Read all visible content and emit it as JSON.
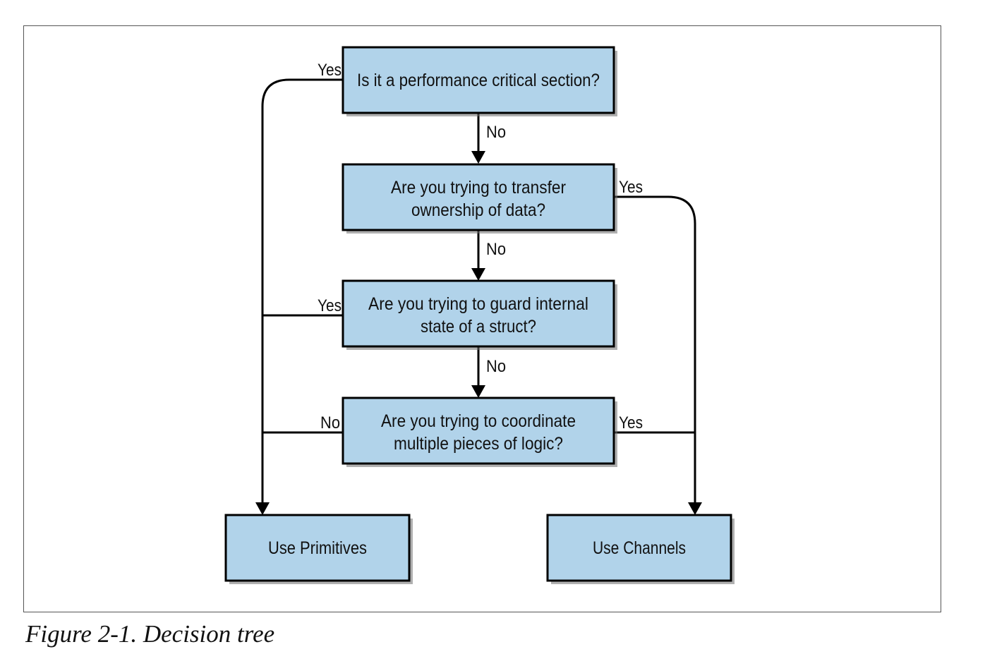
{
  "diagram": {
    "nodes": {
      "performance_critical": {
        "lines": [
          "Is it a performance critical section?"
        ]
      },
      "transfer_ownership": {
        "lines": [
          "Are you trying to transfer",
          "ownership of data?"
        ]
      },
      "guard_state": {
        "lines": [
          "Are you trying to guard internal",
          "state of a struct?"
        ]
      },
      "coordinate_logic": {
        "lines": [
          "Are you trying to coordinate",
          "multiple pieces of logic?"
        ]
      },
      "use_primitives": {
        "lines": [
          "Use Primitives"
        ]
      },
      "use_channels": {
        "lines": [
          "Use Channels"
        ]
      }
    },
    "edges": {
      "q1_no": "No",
      "q1_yes": "Yes",
      "q2_no": "No",
      "q2_yes": "Yes",
      "q3_no": "No",
      "q3_yes": "Yes",
      "q4_no": "No",
      "q4_yes": "Yes"
    }
  },
  "caption": "Figure 2-1. Decision tree",
  "colors": {
    "node_fill": "#b1d3ea",
    "stroke": "#000000"
  }
}
